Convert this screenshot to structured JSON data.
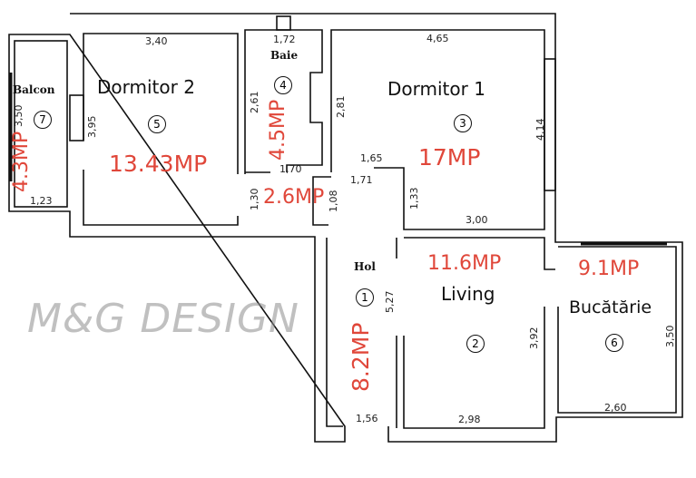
{
  "watermark": "M&G DESIGN",
  "colors": {
    "area_label": "#e0473a",
    "wall": "#111111",
    "watermark": "#8c8c8c"
  },
  "rooms": [
    {
      "number": "1",
      "name": "Hol",
      "area": "8.2MP",
      "dims": [
        "5,27",
        "1,56"
      ]
    },
    {
      "number": "2",
      "name": "Living",
      "area": "11.6MP",
      "dims": [
        "3,92",
        "2,98",
        "3,00"
      ]
    },
    {
      "number": "3",
      "name": "Dormitor 1",
      "area": "17MP",
      "dims": [
        "4,65",
        "2,81",
        "4,14",
        "1,33",
        "1,65",
        "1,71"
      ]
    },
    {
      "number": "4",
      "name": "Baie",
      "area": "4.5MP",
      "dims": [
        "1,72",
        "2,61",
        "1,70"
      ]
    },
    {
      "number": "5",
      "name": "Dormitor 2",
      "area": "13.43MP",
      "dims": [
        "3,40",
        "3,95"
      ]
    },
    {
      "number": "6",
      "name": "Bucătărie",
      "area": "9.1MP",
      "dims": [
        "3,50",
        "2,60"
      ]
    },
    {
      "number": "7",
      "name": "Balcon",
      "area": "4.3MP",
      "dims": [
        "3,50",
        "1,23"
      ]
    }
  ],
  "hallway": {
    "area": "2.6MP",
    "dims": [
      "1,30",
      "1,08"
    ]
  }
}
